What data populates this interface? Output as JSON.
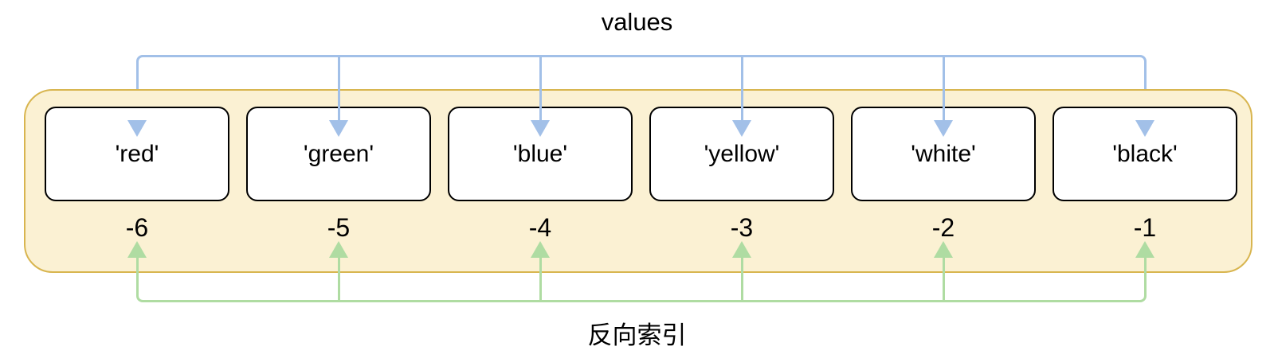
{
  "labels": {
    "top": "values",
    "bottom": "反向索引"
  },
  "list": {
    "items": [
      {
        "value": "'red'",
        "index": "-6"
      },
      {
        "value": "'green'",
        "index": "-5"
      },
      {
        "value": "'blue'",
        "index": "-4"
      },
      {
        "value": "'yellow'",
        "index": "-3"
      },
      {
        "value": "'white'",
        "index": "-2"
      },
      {
        "value": "'black'",
        "index": "-1"
      }
    ]
  },
  "colors": {
    "container_fill": "#FBF1D3",
    "container_border": "#D8B54F",
    "cell_fill": "#FFFFFF",
    "cell_border": "#000000",
    "values_arrow_blue": "#A2C0E8",
    "reverse_index_arrow_green": "#AFDCA2",
    "text": "#000000"
  }
}
